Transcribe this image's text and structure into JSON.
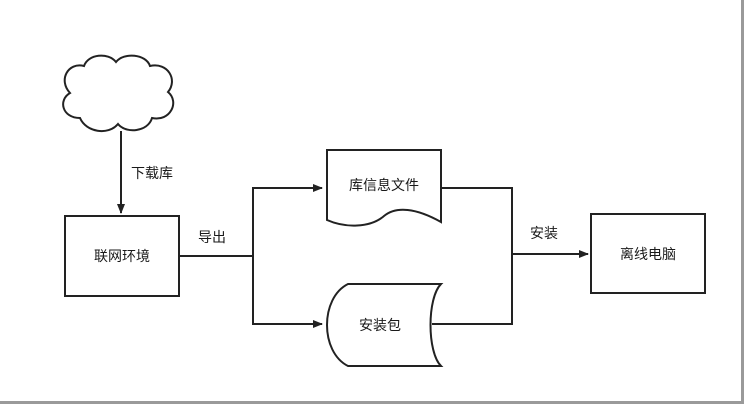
{
  "nodes": {
    "online_env": "联网环境",
    "lib_info_file": "库信息文件",
    "install_package": "安装包",
    "offline_pc": "离线电脑"
  },
  "edges": {
    "download_lib": "下载库",
    "export": "导出",
    "install": "安装"
  },
  "colors": {
    "stroke": "#222222",
    "fill": "#ffffff",
    "frame_shadow": "#9a9a9a"
  }
}
